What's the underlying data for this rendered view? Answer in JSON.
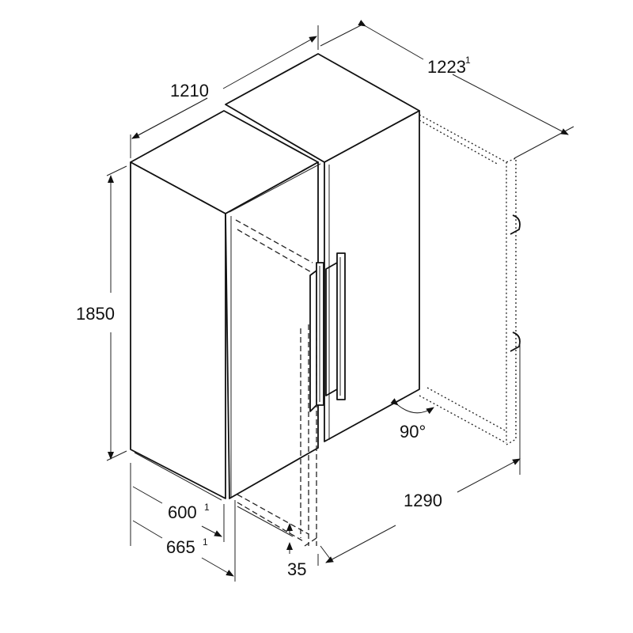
{
  "diagram": {
    "subject": "side-by-side refrigerator combination dimension drawing",
    "units": "mm",
    "dimensions": {
      "width_total": {
        "value": "1210",
        "superscript": ""
      },
      "depth_with_door_open": {
        "value": "1223",
        "superscript": "1"
      },
      "height": {
        "value": "1850",
        "superscript": ""
      },
      "depth_body": {
        "value": "600",
        "superscript": "1"
      },
      "depth_with_handle": {
        "value": "665",
        "superscript": "1"
      },
      "door_clearance": {
        "value": "35",
        "superscript": ""
      },
      "width_door_open": {
        "value": "1290",
        "superscript": ""
      },
      "door_opening_angle": {
        "value": "90°",
        "superscript": ""
      }
    }
  }
}
